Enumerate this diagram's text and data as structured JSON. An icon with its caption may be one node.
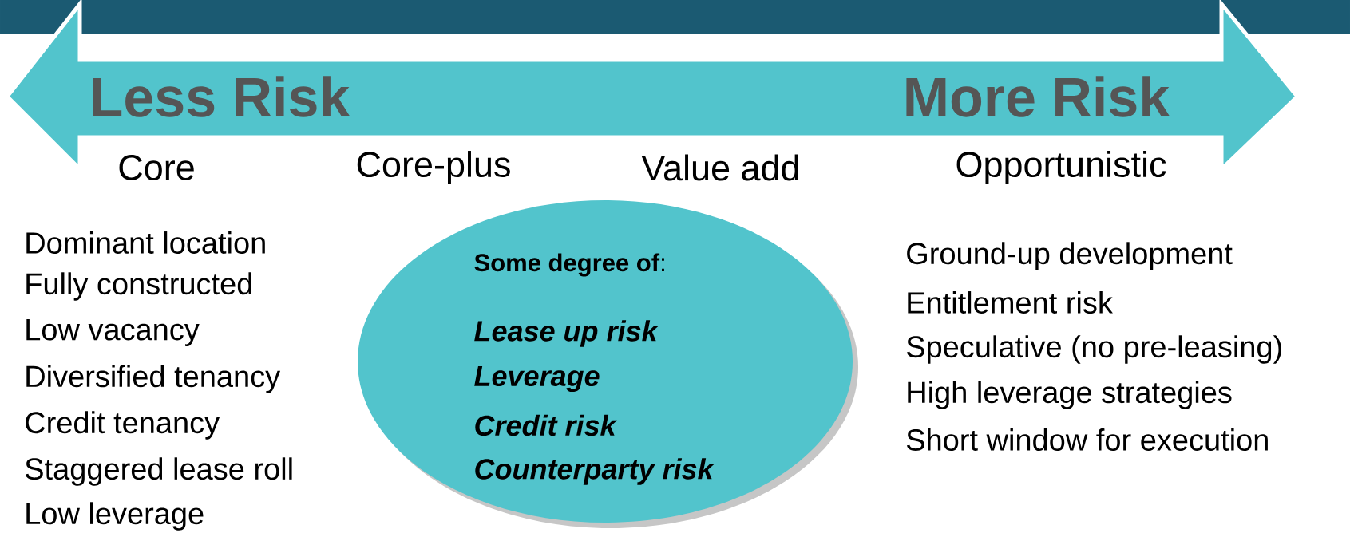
{
  "diagram": {
    "nodes": [
      {
        "text": [
          "**Some degree of**:",
          "Lease up risk",
          "Leverage",
          "Credit risk",
          "Counterparty risk"
        ]
      }
    ],
    "edges": [],
    "labels": [
      "Less Risk",
      "More Risk",
      "Core",
      "Core-plus",
      "Value add",
      "Opportunistic",
      "Dominant location",
      "Fully constructed",
      "Low vacancy",
      "Diversified tenancy",
      "Credit tenancy",
      "Staggered lease roll",
      "Low leverage",
      "Ground-up development",
      "Entitlement risk",
      "Speculative (no pre-leasing)",
      "High leverage strategies",
      "Short window for execution"
    ]
  }
}
